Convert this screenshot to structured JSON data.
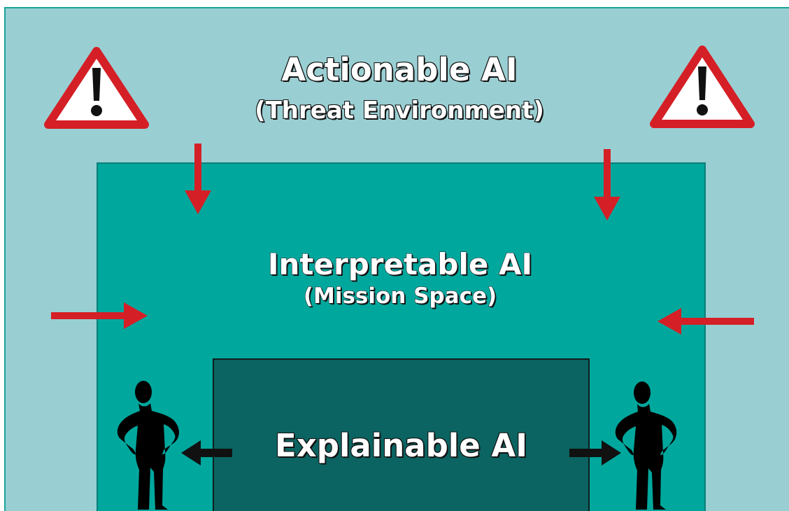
{
  "diagram": {
    "outer": {
      "title": "Actionable AI",
      "subtitle": "(Threat Environment)",
      "background": "#99cfd3",
      "border_color": "#1aa59b"
    },
    "middle": {
      "title": "Interpretable AI",
      "subtitle": "(Mission Space)",
      "background": "#00a79d",
      "border_color": "#0b7f78"
    },
    "inner": {
      "title": "Explainable AI",
      "background": "#0b6461",
      "border_color": "#111c1c"
    },
    "icons": {
      "warning_left": "warning-triangle-icon",
      "warning_right": "warning-triangle-icon",
      "person_left": "person-silhouette-icon",
      "person_right": "person-silhouette-icon",
      "arrow_down": "arrow-down-icon",
      "arrow_right": "arrow-right-icon",
      "arrow_left": "arrow-left-icon"
    },
    "colors": {
      "warning_red": "#d51f26",
      "arrow_red": "#d51f26",
      "arrow_black": "#111111",
      "text_white": "#ffffff"
    }
  }
}
